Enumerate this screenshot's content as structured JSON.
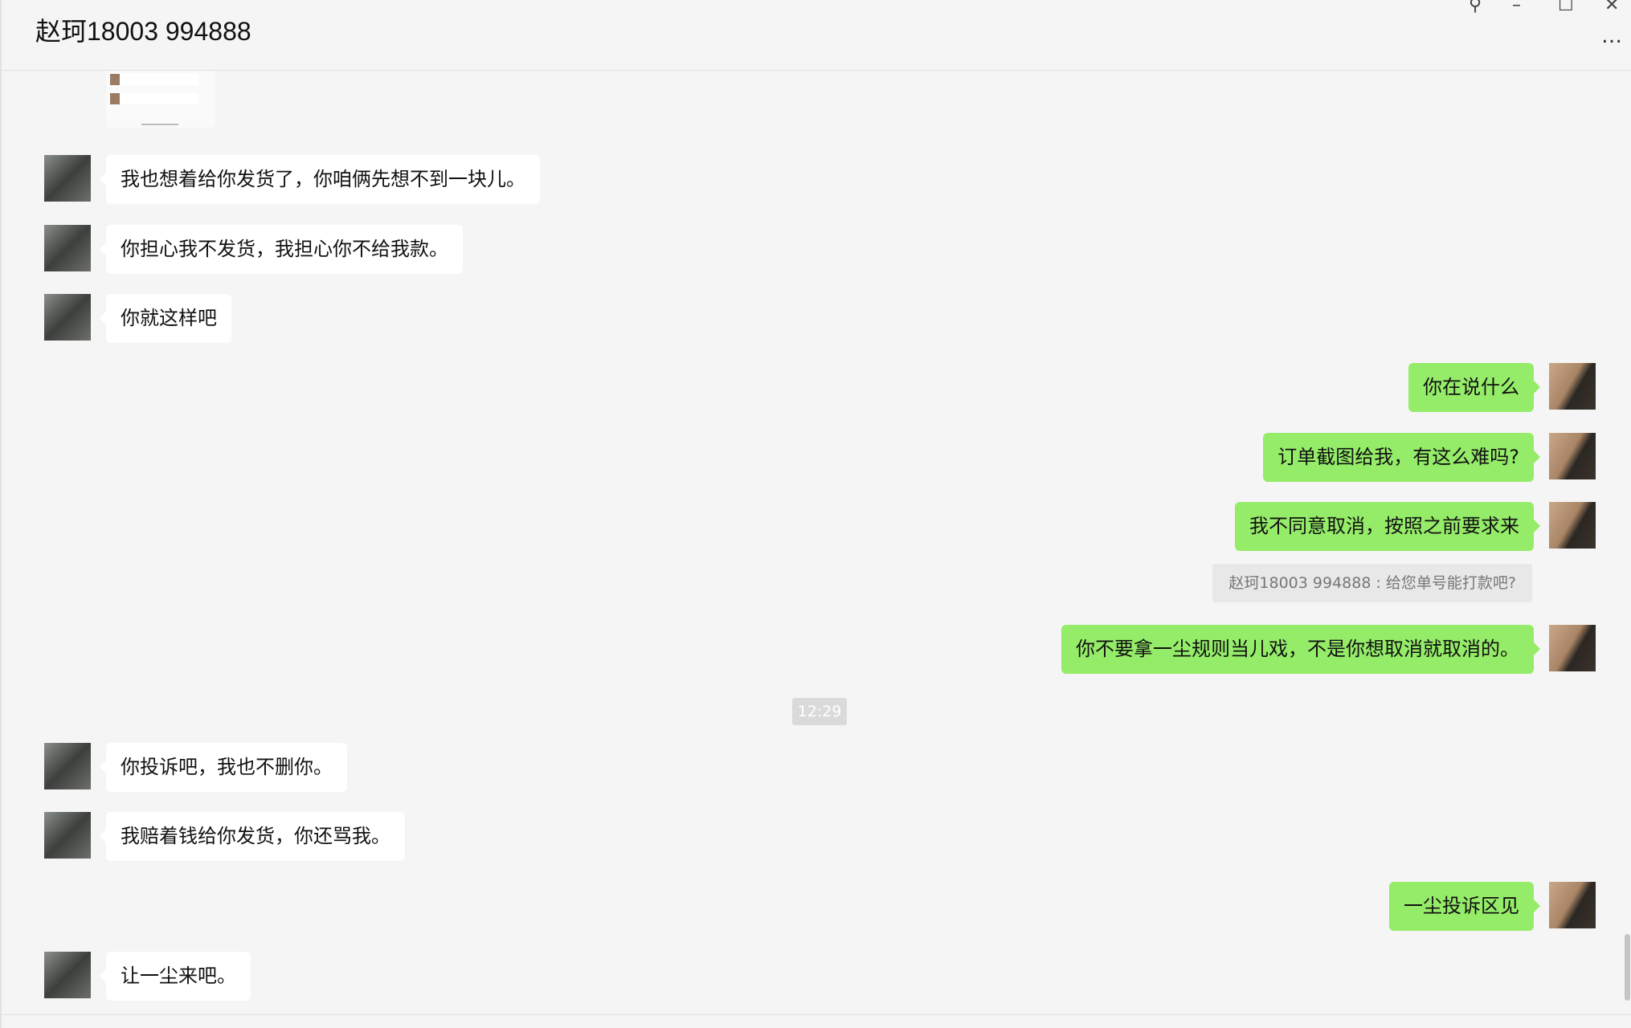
{
  "header": {
    "title": "赵珂18003 994888",
    "more_icon": "…"
  },
  "messages": [
    {
      "side": "left",
      "text": "我也想着给你发货了，你咱俩先想不到一块儿。"
    },
    {
      "side": "left",
      "text": "你担心我不发货，我担心你不给我款。"
    },
    {
      "side": "left",
      "text": "你就这样吧"
    },
    {
      "side": "right",
      "text": "你在说什么"
    },
    {
      "side": "right",
      "text": "订单截图给我，有这么难吗?"
    },
    {
      "side": "right",
      "text": "我不同意取消，按照之前要求来"
    },
    {
      "side": "right",
      "text": "你不要拿一尘规则当儿戏，不是你想取消就取消的。"
    },
    {
      "side": "left",
      "text": "你投诉吧，我也不删你。"
    },
    {
      "side": "left",
      "text": "我赔着钱给你发货，你还骂我。"
    },
    {
      "side": "right",
      "text": "一尘投诉区见"
    },
    {
      "side": "left",
      "text": "让一尘来吧。"
    }
  ],
  "quote": "赵珂18003 994888 : 给您单号能打款吧?",
  "timestamp": "12:29",
  "colors": {
    "sent_bubble": "#95ec69",
    "received_bubble": "#ffffff",
    "background": "#f5f5f5"
  }
}
